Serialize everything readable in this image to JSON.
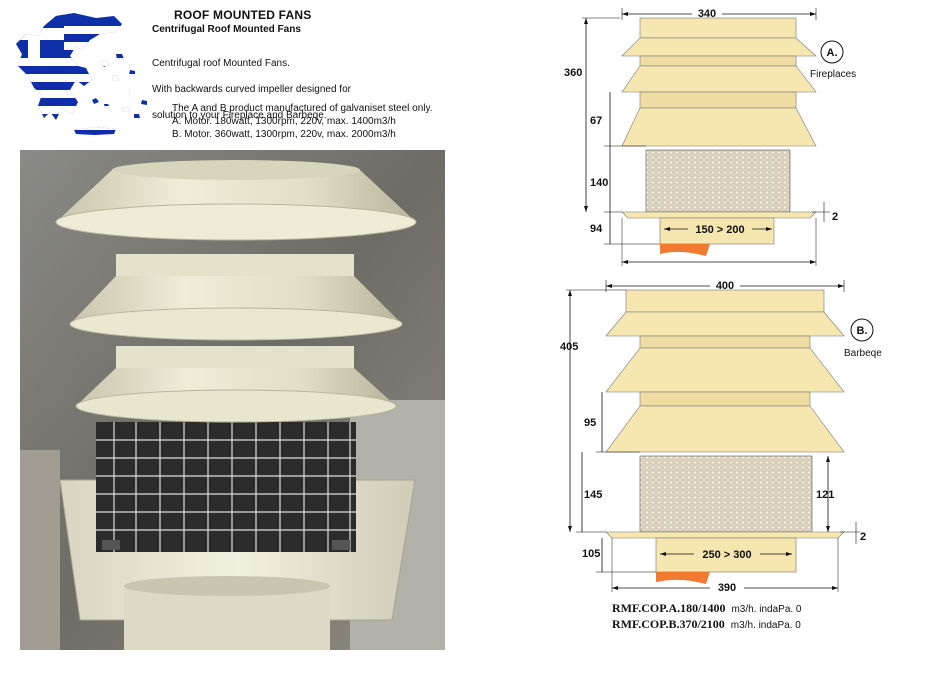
{
  "header": {
    "title": "ROOF MOUNTED FANS",
    "subtitle": "Centrifugal Roof Mounted Fans"
  },
  "description": {
    "line1": "Centrifugal roof Mounted Fans.",
    "line2": "With backwards curved impeller designed for",
    "line3": "solution to your Fireplace and Barbeqe."
  },
  "specs": {
    "line1": "The A and B product manufactured of galvaniset steel only.",
    "line2": "A. Motor. 180watt, 1300rpm, 220v, max. 1400m3/h",
    "line3": "B. Motor. 360watt, 1300rpm, 220v, max. 2000m3/h"
  },
  "diagram_a": {
    "badge": "A.",
    "label": "Fireplaces",
    "width_top": "340",
    "height_total": "360",
    "tier_gap": "67",
    "body_height": "140",
    "base_height": "94",
    "flange": "2",
    "duct": "150 > 200"
  },
  "diagram_b": {
    "badge": "B.",
    "label": "Barbeqe",
    "width_top": "400",
    "height_total": "405",
    "tier_gap": "95",
    "body_height": "145",
    "grille_height": "121",
    "base_height": "105",
    "flange": "2",
    "duct": "250 > 300",
    "base_width": "390"
  },
  "models": [
    {
      "code": "RMF.COP.A.180/1400",
      "unit": "m3/h. indaPa. 0"
    },
    {
      "code": "RMF.COP.B.370/2100",
      "unit": "m3/h. indaPa. 0"
    }
  ],
  "colors": {
    "greek_blue": "#0d2fa8",
    "cream": "#f6e6b0",
    "grille": "#cfc6b6",
    "orange": "#f07a30"
  }
}
